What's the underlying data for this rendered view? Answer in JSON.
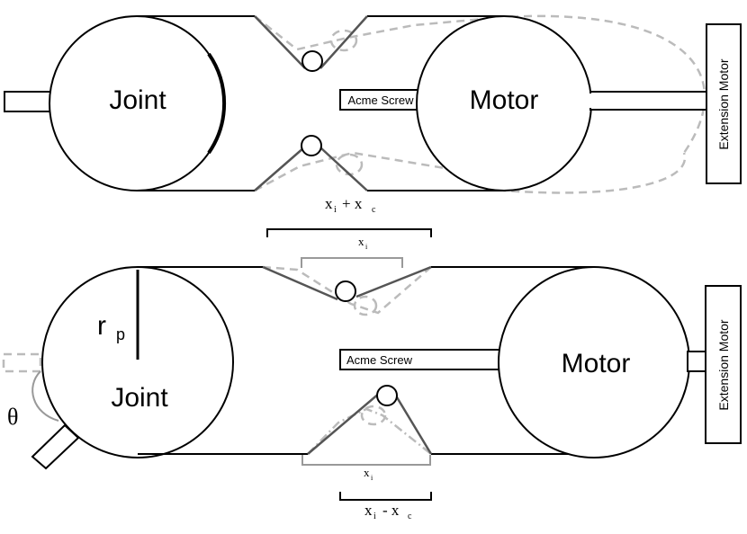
{
  "top_panel": {
    "joint_label": "Joint",
    "motor_label": "Motor",
    "screw_label": "Acme Screw",
    "extension_label": "Extension Motor",
    "dim_main": "x",
    "dim_sub_i": "i",
    "dim_plus": "+ x",
    "dim_sub_c": "c"
  },
  "bottom_panel": {
    "joint_label": "Joint",
    "motor_label": "Motor",
    "screw_label": "Acme Screw",
    "extension_label": "Extension Motor",
    "radius_main": "r",
    "radius_sub": "p",
    "theta_label": "θ",
    "dim_top_main": "x",
    "dim_top_sub": "i",
    "dim_mid_main": "x",
    "dim_mid_sub": "i",
    "dim_bottom_main": "x",
    "dim_bottom_sub_i": "i",
    "dim_bottom_minus": "- x",
    "dim_bottom_sub_c": "c"
  },
  "colors": {
    "line": "#000000",
    "dashed_gray": "#bbbbbb",
    "tensioner": "#555555"
  }
}
